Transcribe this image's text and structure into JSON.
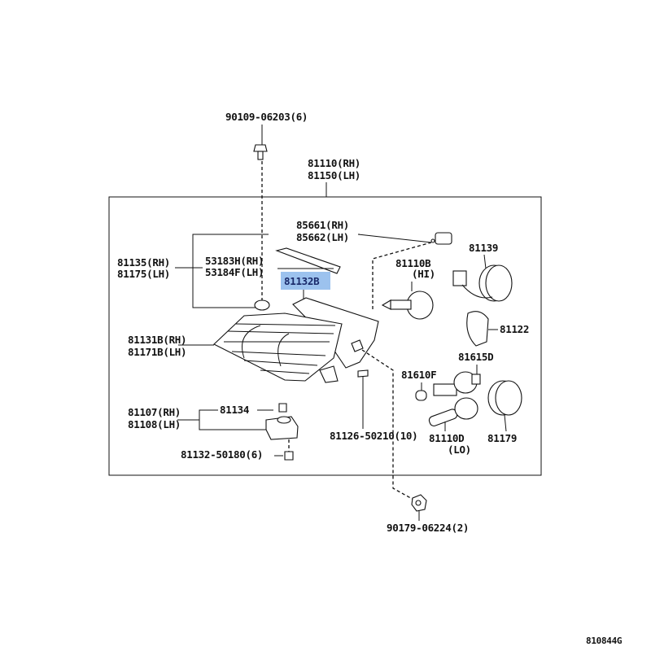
{
  "diagram": {
    "labels": {
      "bolt_top": "90109-06203(6)",
      "unit_rh": "81110(RH)",
      "unit_lh": "81150(LH)",
      "p85661": "85661(RH)",
      "p85662": "85662(LH)",
      "p81135": "81135(RH)",
      "p81175": "81175(LH)",
      "p53183h": "53183H(RH)",
      "p53184f": "53184F(LH)",
      "p81132b": "81132B",
      "p81110b": "81110B",
      "hi": "(HI)",
      "p81139": "81139",
      "p81122": "81122",
      "p81615d": "81615D",
      "p81610f": "81610F",
      "p81131b": "81131B(RH)",
      "p81171b": "81171B(LH)",
      "p81107": "81107(RH)",
      "p81108": "81108(LH)",
      "p81134": "81134",
      "p81132_50180": "81132-50180(6)",
      "p81126": "81126-50210(10)",
      "p81110d": "81110D",
      "lo": "(LO)",
      "p81179": "81179",
      "nut_bottom": "90179-06224(2)",
      "drawing_code": "810844G"
    },
    "highlight_color": "#9cc2ee"
  }
}
